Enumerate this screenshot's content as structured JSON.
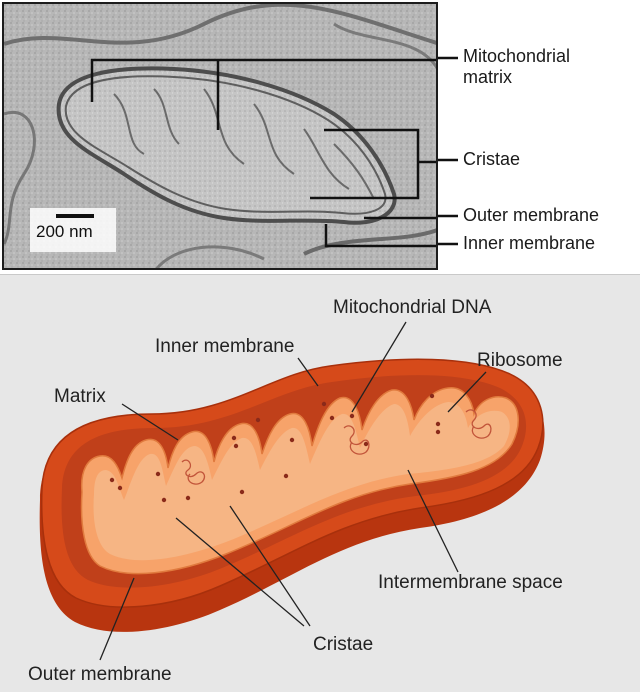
{
  "micrograph": {
    "scale_bar_label": "200 nm",
    "labels": {
      "matrix_line1": "Mitochondrial",
      "matrix_line2": "matrix",
      "cristae": "Cristae",
      "outer_membrane": "Outer membrane",
      "inner_membrane": "Inner membrane"
    }
  },
  "diagram": {
    "labels": {
      "mitochondrial_dna": "Mitochondrial DNA",
      "inner_membrane": "Inner membrane",
      "ribosome": "Ribosome",
      "matrix": "Matrix",
      "intermembrane_space": "Intermembrane space",
      "cristae": "Cristae",
      "outer_membrane": "Outer membrane"
    },
    "colors": {
      "outer_membrane": "#d64a1a",
      "outer_membrane_dark": "#a8300c",
      "intermembrane_space": "#c8461c",
      "inner_membrane": "#f7a36a",
      "matrix": "#f6b584",
      "ribosome": "#8a2a1a",
      "background": "#e7e7e7"
    }
  }
}
